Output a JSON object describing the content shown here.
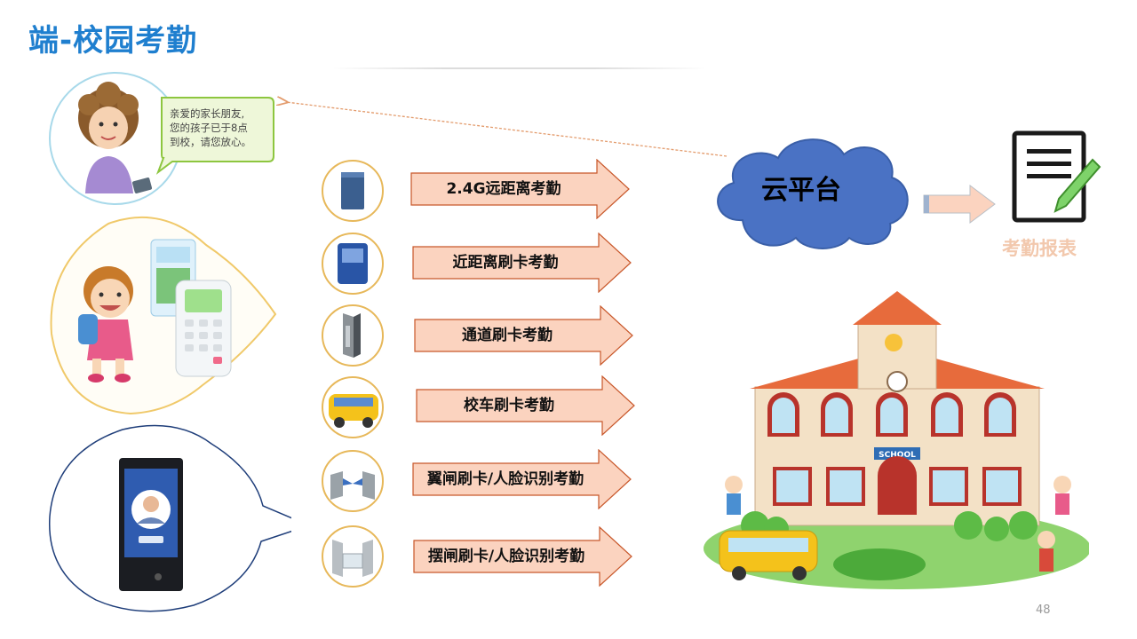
{
  "title": "端-校园考勤",
  "parent_message": {
    "line1": "亲爱的家长朋友,",
    "line2": "您的孩子已于8点",
    "line3": "到校，请您放心。"
  },
  "methods": [
    {
      "label": "2.4G远距离考勤",
      "icon": "long-range-reader-icon"
    },
    {
      "label": "近距离刷卡考勤",
      "icon": "card-reader-icon"
    },
    {
      "label": "通道刷卡考勤",
      "icon": "channel-gate-icon"
    },
    {
      "label": "校车刷卡考勤",
      "icon": "school-bus-icon"
    },
    {
      "label": "翼闸刷卡/人脸识别考勤",
      "icon": "wing-gate-icon"
    },
    {
      "label": "摆闸刷卡/人脸识别考勤",
      "icon": "swing-gate-icon"
    }
  ],
  "cloud": {
    "label": "云平台"
  },
  "report": {
    "label": "考勤报表"
  },
  "school_sign": "SCHOOL",
  "page_number": "48",
  "colors": {
    "title": "#1f7fcf",
    "cloud": "#4a72c4",
    "arrow_fill": "#fbd3bf",
    "arrow_stroke": "#c8572a",
    "report_label": "#f2c8ad"
  }
}
